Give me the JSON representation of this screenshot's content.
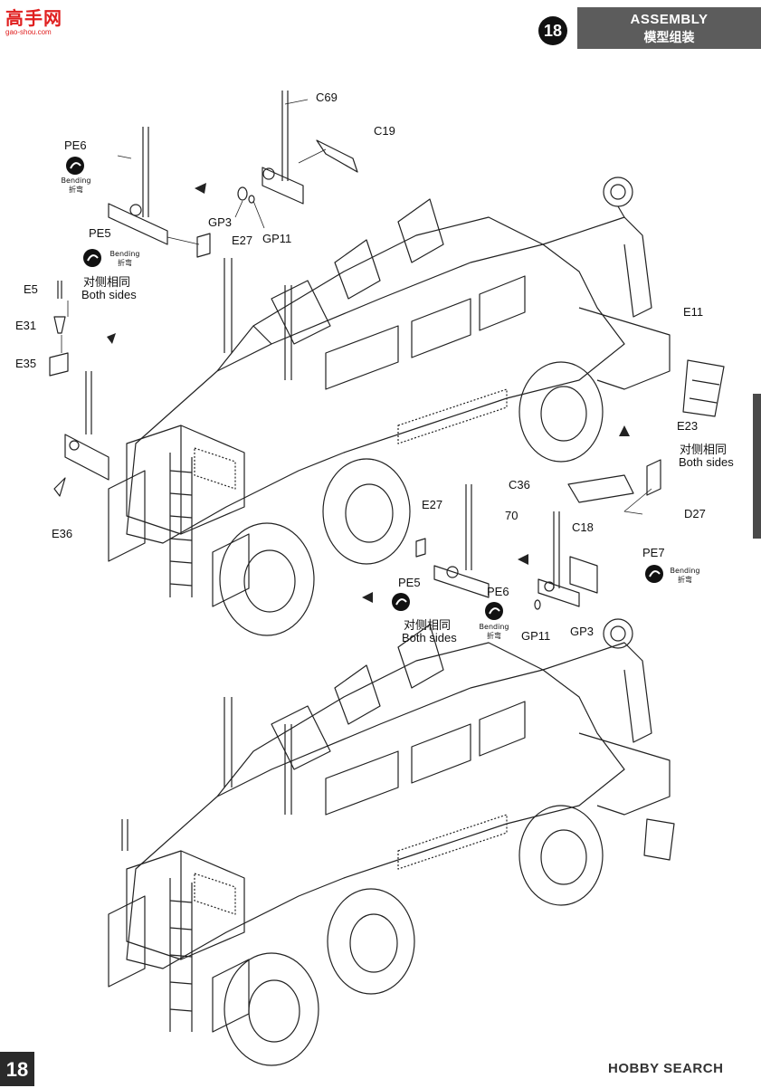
{
  "header": {
    "site_logo_cn": "高手网",
    "site_logo_url": "gao-shou.com",
    "step_number": "18",
    "section_en": "ASSEMBLY",
    "section_cn": "模型组装"
  },
  "labels": {
    "c69": "C69",
    "c19": "C19",
    "pe6_top": "PE6",
    "gp3_top": "GP3",
    "gp11_top": "GP11",
    "e27_top": "E27",
    "pe5_top": "PE5",
    "both_cn_top": "对侧相同",
    "both_en_top": "Both sides",
    "e5": "E5",
    "e31": "E31",
    "e35": "E35",
    "e36": "E36",
    "e11": "E11",
    "e23": "E23",
    "both_cn_right": "对侧相同",
    "both_en_right": "Both sides",
    "c36": "C36",
    "d27": "D27",
    "pe7": "PE7",
    "n70": "70",
    "c18": "C18",
    "e27_mid": "E27",
    "pe5_mid": "PE5",
    "pe6_mid": "PE6",
    "both_cn_mid": "对侧相同",
    "both_en_mid": "Both sides",
    "gp11_mid": "GP11",
    "gp3_mid": "GP3"
  },
  "bending": {
    "en": "Bending",
    "cn": "折弯"
  },
  "footer": {
    "page_number": "18",
    "watermark": "HOBBY SEARCH"
  }
}
